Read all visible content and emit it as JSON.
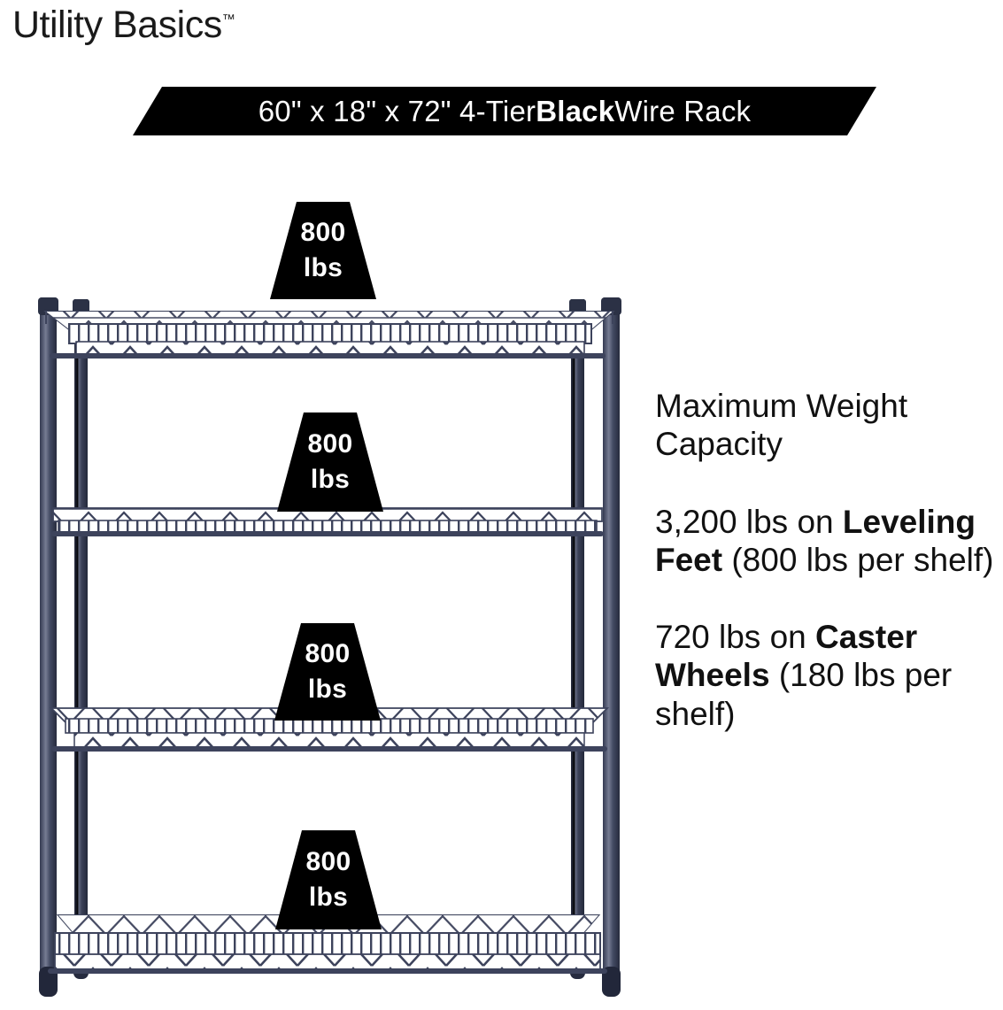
{
  "brand": {
    "name": "Utility Basics",
    "trademark": "™"
  },
  "banner": {
    "prefix": "60\" x 18\" x 72\" 4-Tier ",
    "emphasis": "Black",
    "suffix": " Wire Rack",
    "full_text": "60\" x 18\" x 72\" 4-Tier Black Wire Rack",
    "background_color": "#000000",
    "text_color": "#ffffff"
  },
  "capacity": {
    "heading": "Maximum Weight Capacity",
    "paragraphs": [
      {
        "lead": "3,200 lbs on ",
        "emphasis": "Leveling Feet",
        "tail": " (800 lbs per shelf)"
      },
      {
        "lead": "720 lbs on ",
        "emphasis": "Caster Wheels",
        "tail": " (180 lbs per shelf)"
      }
    ]
  },
  "rack": {
    "tiers": 4,
    "frame_color": "#39405a",
    "badge_color": "#000000",
    "badge_text_color": "#ffffff",
    "badges": [
      {
        "value": "800",
        "unit": "lbs"
      },
      {
        "value": "800",
        "unit": "lbs"
      },
      {
        "value": "800",
        "unit": "lbs"
      },
      {
        "value": "800",
        "unit": "lbs"
      }
    ]
  }
}
